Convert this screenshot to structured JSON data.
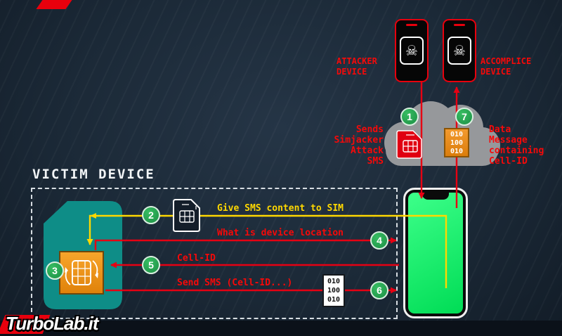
{
  "logo": {
    "text": "TurboLab.it"
  },
  "header": {
    "attacker_label": "ATTACKER\nDEVICE",
    "accomplice_label": "ACCOMPLICE\nDEVICE"
  },
  "victim": {
    "title": "VICTIM DEVICE"
  },
  "steps": {
    "s1": {
      "num": "1",
      "label": "Sends\nSimjacker\nAttack\nSMS"
    },
    "s2": {
      "num": "2",
      "label": "Give SMS content to SIM"
    },
    "s3": {
      "num": "3"
    },
    "s4": {
      "num": "4",
      "label": "What is device location"
    },
    "s5": {
      "num": "5",
      "label": "Cell-ID"
    },
    "s6": {
      "num": "6",
      "label": "Send SMS (Cell-ID...)"
    },
    "s7": {
      "num": "7",
      "label": "Data\nMessage\ncontaining\nCell-ID"
    }
  },
  "data_message_bits": "010\n100\n010",
  "icons": {
    "skull": "☠"
  },
  "colors": {
    "background": "#1c2a38",
    "accent_red": "#e8000d",
    "text_red": "#f60909",
    "arrow_yellow": "#ffd800",
    "step_green": "#23a455",
    "screen_green": "#00e95d",
    "sim_teal": "#0e8d87",
    "box_orange": "#f08c1e",
    "cloud_gray": "#96989b"
  }
}
